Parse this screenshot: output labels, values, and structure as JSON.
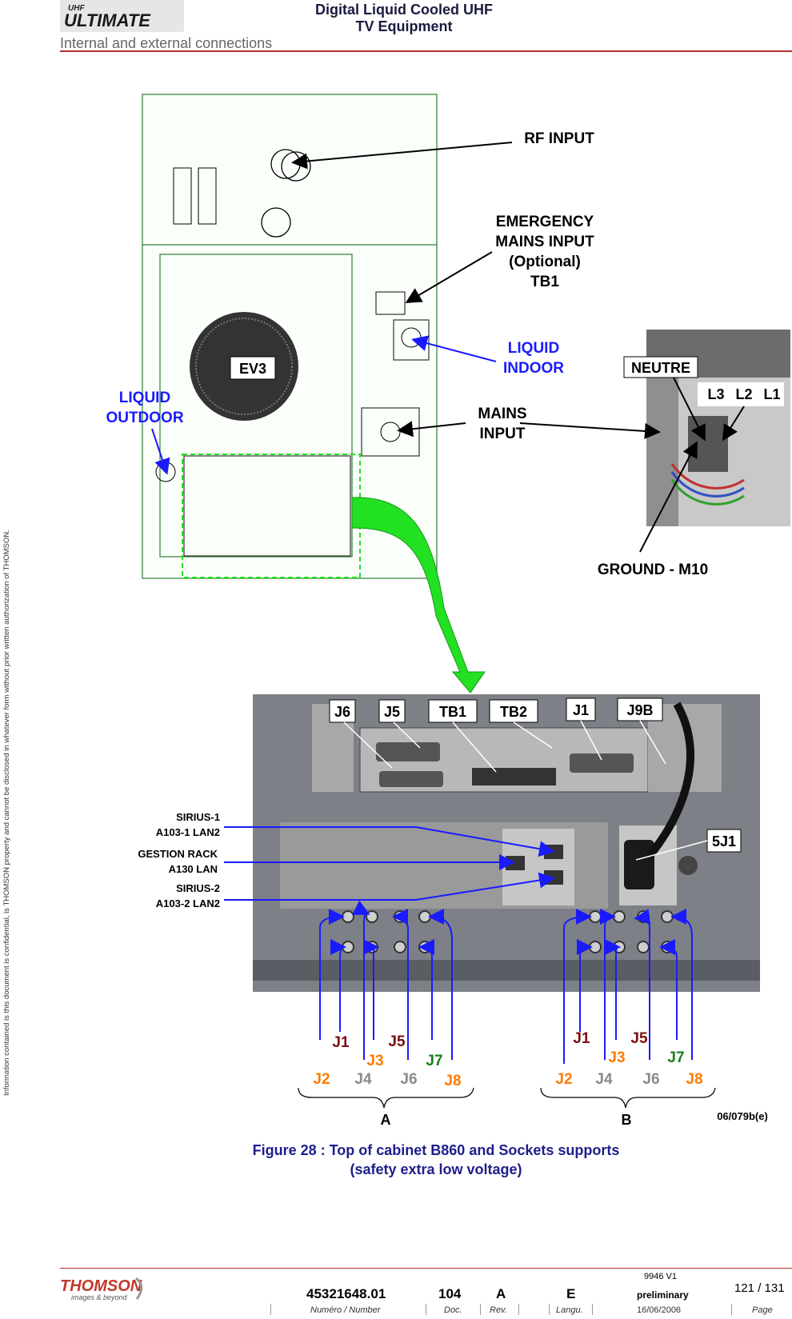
{
  "header": {
    "logo_text": "ULTIMATE",
    "logo_super": "UHF",
    "title_line1": "Digital Liquid Cooled UHF",
    "title_line2": "TV Equipment",
    "subtitle": "Internal and external connections"
  },
  "side_note": "Information contained is this document is confidential, is THOMSON property and cannot be disclosed in whatever form without prior written authorization of THOMSON.",
  "figure": {
    "top_labels": {
      "rf_input": "RF INPUT",
      "emergency_1": "EMERGENCY",
      "emergency_2": "MAINS INPUT",
      "emergency_3": "(Optional)",
      "emergency_4": "TB1",
      "liquid_indoor_1": "LIQUID",
      "liquid_indoor_2": "INDOOR",
      "liquid_outdoor_1": "LIQUID",
      "liquid_outdoor_2": "OUTDOOR",
      "mains_1": "MAINS",
      "mains_2": "INPUT",
      "ev3": "EV3",
      "neutre": "NEUTRE",
      "l3": "L3",
      "l2": "L2",
      "l1": "L1",
      "ground": "GROUND - M10"
    },
    "panel_labels": {
      "j6": "J6",
      "j5": "J5",
      "tb1": "TB1",
      "tb2": "TB2",
      "j1": "J1",
      "j9b": "J9B",
      "five_j1": "5J1",
      "sirius1_1": "SIRIUS-1",
      "sirius1_2": "A103-1 LAN2",
      "gestion_1": "GESTION RACK",
      "gestion_2": "A130 LAN",
      "sirius2_1": "SIRIUS-2",
      "sirius2_2": "A103-2 LAN2"
    },
    "group_a": {
      "j1": "J1",
      "j5": "J5",
      "j3": "J3",
      "j7": "J7",
      "j2": "J2",
      "j4": "J4",
      "j6": "J6",
      "j8": "J8",
      "label": "A"
    },
    "group_b": {
      "j1": "J1",
      "j5": "J5",
      "j3": "J3",
      "j7": "J7",
      "j2": "J2",
      "j4": "J4",
      "j6": "J6",
      "j8": "J8",
      "label": "B"
    },
    "ref": "06/079b(e)",
    "colors": {
      "blue": "#1a1aff",
      "dark_red": "#7a1010",
      "orange": "#ff7a00",
      "green": "#1e7d1e",
      "grey": "#8a8a8a",
      "arrow_green": "#22e022"
    }
  },
  "caption": {
    "line1": "Figure 28 : Top of cabinet B860 and Sockets supports",
    "line2": "(safety extra low voltage)"
  },
  "footer": {
    "brand": "THOMSON",
    "brand_tag": "images & beyond",
    "number": "45321648.01",
    "doc": "104",
    "rev": "A",
    "lang": "E",
    "version": "9946 V1",
    "status": "preliminary",
    "page": "121 / 131",
    "number_label": "Numéro / Number",
    "doc_label": "Doc.",
    "rev_label": "Rev.",
    "lang_label": "Langu.",
    "date": "16/06/2006",
    "page_label": "Page"
  }
}
